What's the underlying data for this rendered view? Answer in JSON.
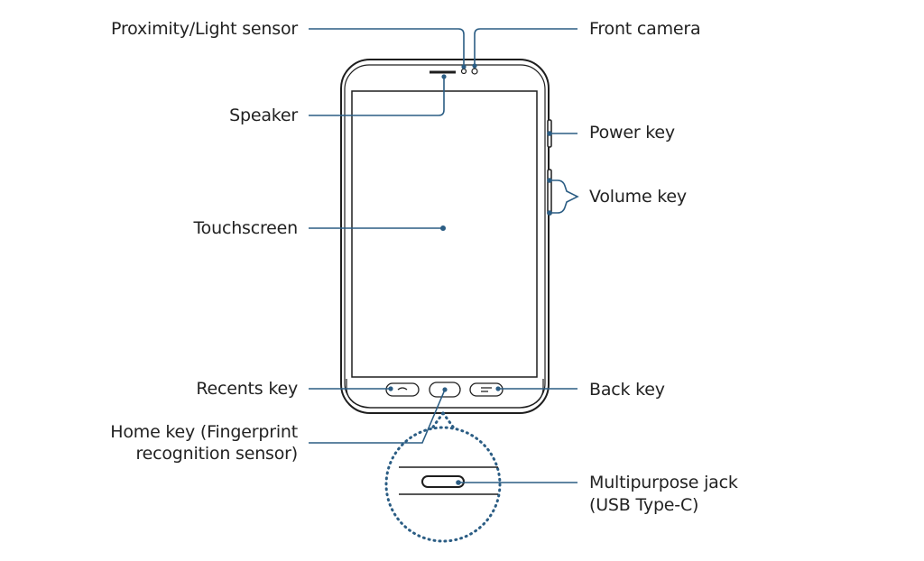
{
  "labels": {
    "proximity_light_sensor": "Proximity/Light sensor",
    "front_camera": "Front camera",
    "speaker": "Speaker",
    "power_key": "Power key",
    "volume_key": "Volume key",
    "touchscreen": "Touchscreen",
    "recents_key": "Recents key",
    "back_key": "Back key",
    "home_key_line1": "Home key (Fingerprint",
    "home_key_line2": "recognition sensor)",
    "multipurpose_jack_line1": "Multipurpose jack",
    "multipurpose_jack_line2": "(USB Type-C)"
  },
  "colors": {
    "leader_line": "#2b5d84",
    "device_outline": "#1e1e1e",
    "text": "#222222"
  }
}
